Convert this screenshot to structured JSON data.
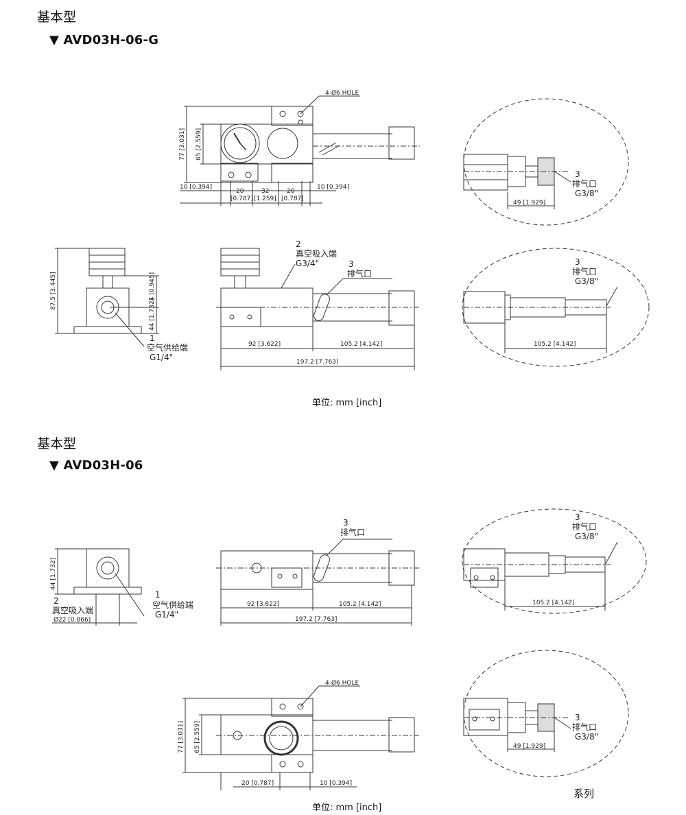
{
  "section1": {
    "type_label": "基本型",
    "model": "▼ AVD03H-06-G",
    "unit": "单位: mm [inch]",
    "hole": "4-Ø6 HOLE",
    "dims": {
      "h77": "77 [3.031]",
      "h65": "65 [2.559]",
      "l10": "10 [0.394]",
      "d20a": "20",
      "d20a_in": "[0.787]",
      "d32": "32",
      "d32_in": "[1.259]",
      "d20b": "20",
      "d20b_in": "[0.787]",
      "r10": "10 [0.394]",
      "h875": "87.5 [3.445]",
      "h24": "24 [0.945]",
      "h44": "44 [1.732]",
      "d92": "92 [3.622]",
      "d1052": "105.2 [4.142]",
      "d1972": "197.2 [7.763]",
      "d49": "49 [1.929]",
      "d1052b": "105.2 [4.142]"
    },
    "ports": {
      "air_num": "1",
      "air_name": "空气供给端",
      "air_thread": "G1/4\"",
      "vac_num": "2",
      "vac_name": "真空吸入端",
      "vac_thread": "G3/4\"",
      "exh_num": "3",
      "exh_name": "排气口",
      "exh_thread": "G3/8\""
    }
  },
  "section2": {
    "type_label": "基本型",
    "model": "▼ AVD03H-06",
    "unit": "单位: mm [inch]",
    "hole": "4-Ø6 HOLE",
    "dims": {
      "h44": "44 [1.732]",
      "d22": "Ø22 [0.866]",
      "d92": "92 [3.622]",
      "d1052": "105.2 [4.142]",
      "d1972": "197.2 [7.763]",
      "d1052b": "105.2 [4.142]",
      "h77": "77 [3.031]",
      "h65": "65 [2.559]",
      "d20": "20 [0.787]",
      "r10": "10 [0.394]",
      "d49": "49 [1.929]"
    },
    "ports": {
      "air_num": "1",
      "air_name": "空气供给端",
      "air_thread": "G1/4\"",
      "vac_num": "2",
      "vac_name": "真空吸入端",
      "exh_num": "3",
      "exh_name": "排气口",
      "exh_thread": "G3/8\""
    }
  },
  "footer": {
    "series": "系列"
  }
}
